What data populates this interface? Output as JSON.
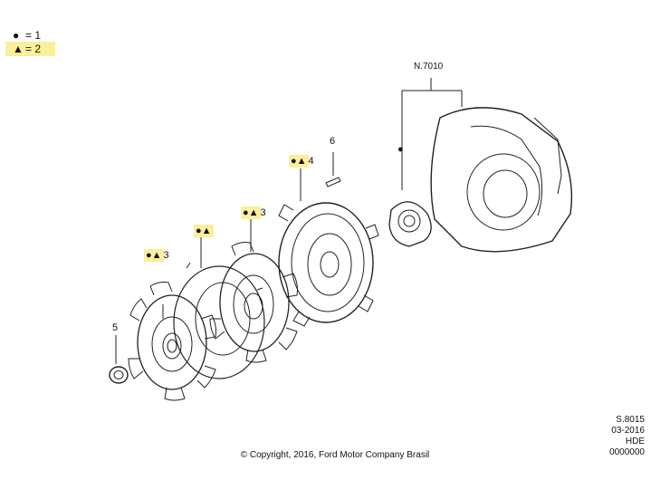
{
  "legend": [
    {
      "symbol": "●",
      "icon": "dot-icon",
      "text": "= 1",
      "highlight": false
    },
    {
      "symbol": "▲",
      "icon": "triangle-icon",
      "text": "= 2",
      "highlight": true
    }
  ],
  "callouts": {
    "p3a": {
      "label": "3",
      "symbols": "●▲"
    },
    "p3b": {
      "label": "3",
      "symbols": "●▲"
    },
    "p4": {
      "label": "4",
      "symbols": "●▲"
    },
    "p_plate": {
      "label": "",
      "symbols": "●▲"
    },
    "p5": {
      "label": "5"
    },
    "p6": {
      "label": "6"
    },
    "bearing_dot": {
      "symbols": "●"
    },
    "ref": {
      "label": "N.7010"
    }
  },
  "info": {
    "code": "S.8015",
    "date": "03-2016",
    "model": "HDE",
    "number": "0000000"
  },
  "copyright": "© Copyright, 2016, Ford Motor Company Brasil",
  "colors": {
    "highlight": "#fbef9b",
    "line": "#222222"
  }
}
